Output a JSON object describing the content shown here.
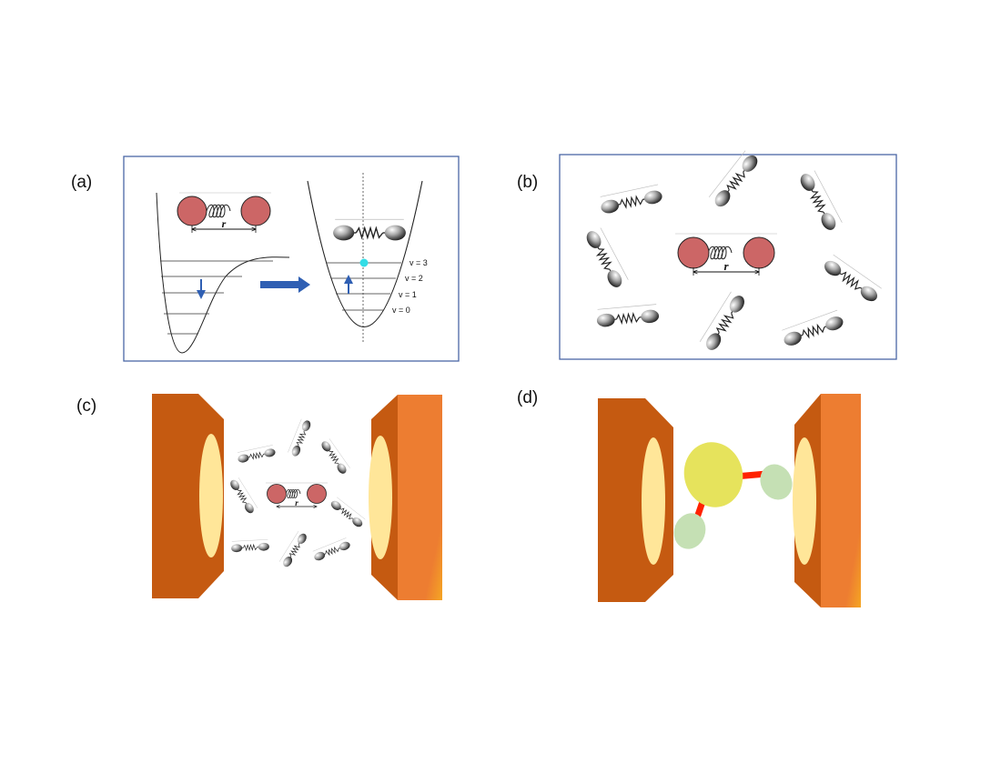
{
  "panels": {
    "a": {
      "label": "(a)"
    },
    "b": {
      "label": "(b)"
    },
    "c": {
      "label": "(c)"
    },
    "d": {
      "label": "(d)"
    }
  },
  "diatomic": {
    "bond_label": "r"
  },
  "energy_levels": [
    "v = 3",
    "v = 2",
    "v = 1",
    "v = 0"
  ],
  "colors": {
    "panel_border": "#4a66a6",
    "atom_fill": "#cc6666",
    "arrow_blue": "#2f5fb3",
    "marker_cyan": "#33dde6",
    "mirror_dark": "#c55a11",
    "mirror_light": "#ed7d31",
    "mirror_lens": "#ffe699",
    "molecule_center": "#e6e35c",
    "molecule_side": "#c5e0b4",
    "bond_red": "#ff2200"
  }
}
